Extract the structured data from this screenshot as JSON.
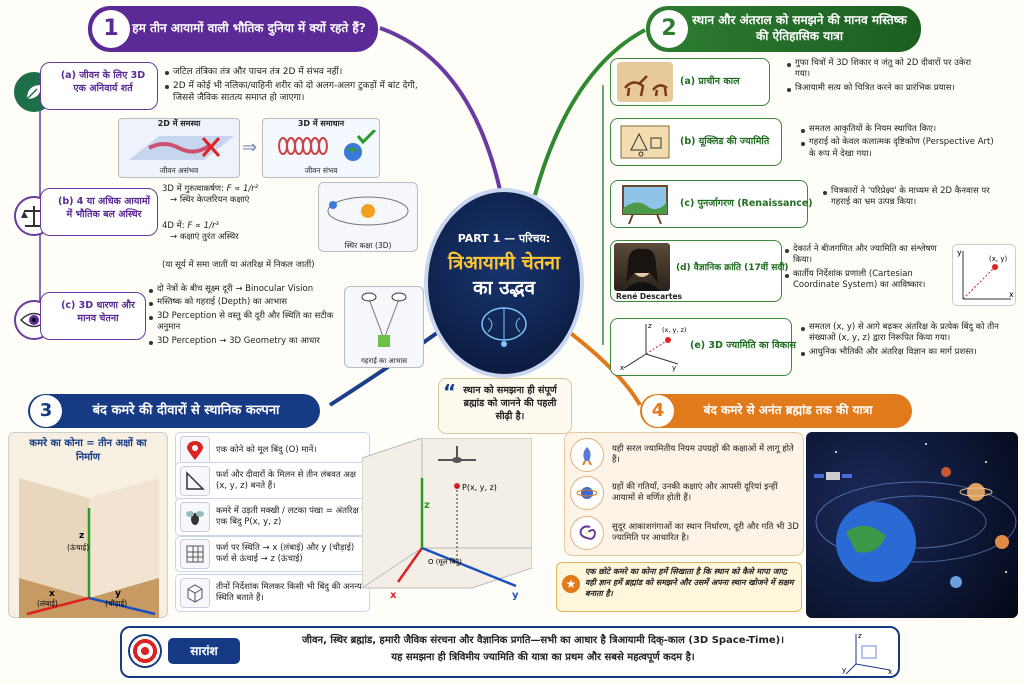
{
  "center": {
    "part": "PART 1 — परिचय:",
    "title_line1": "त्रिआयामी चेतना",
    "title_line2": "का उद्भव"
  },
  "quote": "स्थान को समझना ही संपूर्ण ब्रह्मांड को जानने की पहली सीढ़ी है।",
  "s1": {
    "num": "1",
    "title": "हम तीन आयामों वाली भौतिक दुनिया में क्यों रहते हैं?",
    "a": {
      "label": "(a) जीवन के लिए 3D एक अनिवार्य शर्त",
      "b1": "जटिल तंत्रिका तंत्र और पाचन तंत्र 2D में संभव नहीं।",
      "b2": "2D में कोई भी नलिका/वाहिनी शरीर को दो अलग-अलग टुकड़ों में बांट देगी, जिससे जैविक सातत्य समाप्त हो जाएगा।",
      "p2": "2D में समस्या",
      "p2c": "जीवन असंभव",
      "p3": "3D में समाधान",
      "p3c": "जीवन संभव"
    },
    "b": {
      "label": "(b) 4 या अधिक आयामों में भौतिक बल अस्थिर",
      "l1": "3D में गुरुत्वाकर्षण:",
      "f1": "F ∝ 1/r²",
      "l2": "→ स्थिर केप्लरियन कक्षाएं",
      "l3": "4D में:",
      "f2": "F ∝ 1/r³",
      "l4": "→ कक्षाएं तुरंत अस्थिर",
      "l5": "(या सूर्य में समा जातीं या अंतरिक्ष में निकल जातीं)",
      "orbit": "स्थिर कक्षा (3D)"
    },
    "c": {
      "label": "(c) 3D धारणा और मानव चेतना",
      "b1": "दो नेत्रों के बीच सूक्ष्म दूरी → Binocular Vision",
      "b2": "मस्तिष्क को गहराई (Depth) का आभास",
      "b3": "3D Perception से वस्तु की दूरी और स्थिति का सटीक अनुमान",
      "b4": "3D Perception → 3D Geometry का आधार",
      "depth": "गहराई का आभास"
    }
  },
  "s2": {
    "num": "2",
    "title": "स्थान और अंतराल को समझने की मानव मस्तिष्क की ऐतिहासिक यात्रा",
    "items": [
      {
        "label": "(a) प्राचीन काल",
        "b1": "गुफा चित्रों में 3D शिकार व जंतु को 2D दीवारों पर उकेरा गया।",
        "b2": "त्रिआयामी सत्य को चित्रित करने का प्रारंभिक प्रयास।"
      },
      {
        "label": "(b) यूक्लिड की ज्यामिति",
        "b1": "समतल आकृतियों के नियम स्थापित किए।",
        "b2": "गहराई को केवल कलात्मक दृष्टिकोण (Perspective Art) के रूप में देखा गया।"
      },
      {
        "label": "(c) पुनर्जागरण (Renaissance)",
        "b1": "चित्रकारों ने 'परिप्रेक्ष्य' के माध्यम से 2D कैनवास पर गहराई का भ्रम उत्पन्न किया।",
        "b2": ""
      },
      {
        "label": "(d) वैज्ञानिक क्रांति (17वीं सदी)",
        "b1": "देकार्त ने बीजगणित और ज्यामिति का संश्लेषण किया।",
        "b2": "कार्तीय निर्देशांक प्रणाली (Cartesian Coordinate System) का आविष्कार।",
        "person": "René Descartes"
      },
      {
        "label": "(e) 3D ज्यामिति का विकास",
        "b1": "समतल (x, y) से आगे बढ़कर अंतरिक्ष के प्रत्येक बिंदु को तीन संख्याओं (x, y, z) द्वारा निरूपित किया गया।",
        "b2": "आधुनिक भौतिकी और अंतरिक्ष विज्ञान का मार्ग प्रशस्त।"
      }
    ],
    "xy": "(x, y)",
    "xyz": "(x, y, z)"
  },
  "s3": {
    "num": "3",
    "title": "बंद कमरे की दीवारों से स्थानिक कल्पना",
    "corner": "कमरे का कोना = तीन अक्षों का निर्माण",
    "z": "z",
    "zl": "(ऊंचाई)",
    "x": "x",
    "xl": "(लंबाई)",
    "y": "y",
    "yl": "(चौड़ाई)",
    "rows": [
      "एक कोने को मूल बिंदु (O) मानें।",
      "फर्श और दीवारों के मिलन से तीन लंबवत अक्ष (x, y, z) बनते हैं।",
      "कमरे में उड़ती मक्खी / लटका पंखा = अंतरिक्ष में एक बिंदु P(x, y, z)",
      "फर्श पर स्थिति → x (लंबाई) और y (चौड़ाई)",
      "फर्श से ऊंचाई → z (ऊंचाई)",
      "तीनों निर्देशांक मिलकर किसी भी बिंदु की अनन्य स्थिति बताते हैं।"
    ],
    "P": "P(x, y, z)",
    "O": "O (मूल बिंदु)"
  },
  "s4": {
    "num": "4",
    "title": "बंद कमरे से अनंत ब्रह्मांड तक की यात्रा",
    "rows": [
      "यही सरल ज्यामितीय नियम उपग्रहों की कक्षाओं में लागू होते हैं।",
      "ग्रहों की गतियाँ, उनकी कक्षाएं और आपसी दूरियां इन्हीं आयामों से वर्णित होती हैं।",
      "सुदूर आकाशगंगाओं का स्थान निर्धारण, दूरी और गति भी 3D ज्यामिति पर आधारित है।"
    ],
    "note": "एक छोटे कमरे का कोना हमें सिखाता है कि स्थान को कैसे मापा जाए; वही ज्ञान हमें ब्रह्मांड को समझने और उसमें अपना स्थान खोजने में सक्षम बनाता है।"
  },
  "summary": {
    "label": "सारांश",
    "l1": "जीवन, स्थिर ब्रह्मांड, हमारी जैविक संरचना और वैज्ञानिक प्रगति—सभी का आधार है त्रिआयामी दिक्-काल (3D Space-Time)।",
    "l2": "यह समझना ही त्रिविमीय ज्यामिति की यात्रा का प्रथम और सबसे महत्वपूर्ण कदम है।"
  }
}
